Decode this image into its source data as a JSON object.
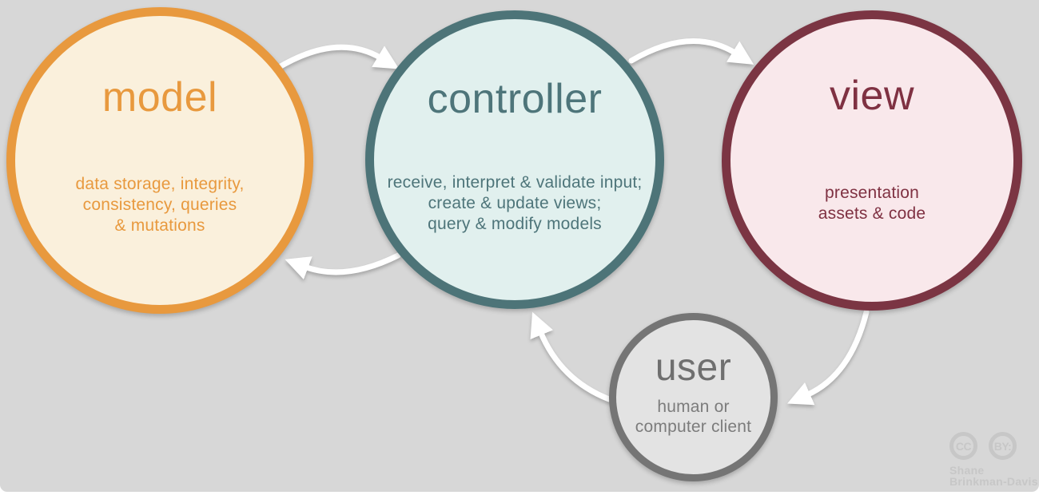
{
  "diagram": {
    "background_color": "#d7d7d7",
    "arrow_color": "#ffffff"
  },
  "nodes": [
    {
      "id": "model",
      "title": "model",
      "description_lines": [
        "data storage, integrity,",
        "consistency, queries",
        "& mutations"
      ],
      "border_color": "#e8993e",
      "fill_color": "#faf0dc",
      "text_color": "#e8993e"
    },
    {
      "id": "controller",
      "title": "controller",
      "description_lines": [
        "receive, interpret & validate input;",
        "create & update views;",
        "query & modify models"
      ],
      "border_color": "#4d7478",
      "fill_color": "#e1f0ee",
      "text_color": "#4e757a"
    },
    {
      "id": "view",
      "title": "view",
      "description_lines": [
        "presentation",
        "assets & code"
      ],
      "border_color": "#7b3543",
      "fill_color": "#f9e8eb",
      "text_color": "#7f3142"
    },
    {
      "id": "user",
      "title": "user",
      "description_lines": [
        "human or",
        "computer client"
      ],
      "border_color": "#757575",
      "fill_color": "#e3e3e3",
      "text_color": "#6f6f6f"
    }
  ],
  "edges": [
    {
      "from": "model",
      "to": "controller"
    },
    {
      "from": "controller",
      "to": "view"
    },
    {
      "from": "controller",
      "to": "model"
    },
    {
      "from": "view",
      "to": "user"
    },
    {
      "from": "user",
      "to": "controller"
    }
  ],
  "license": {
    "badges": [
      "CC",
      "BY:"
    ],
    "attribution_lines": [
      "Shane",
      "Brinkman-Davis"
    ],
    "color": "#c7c7c7"
  }
}
